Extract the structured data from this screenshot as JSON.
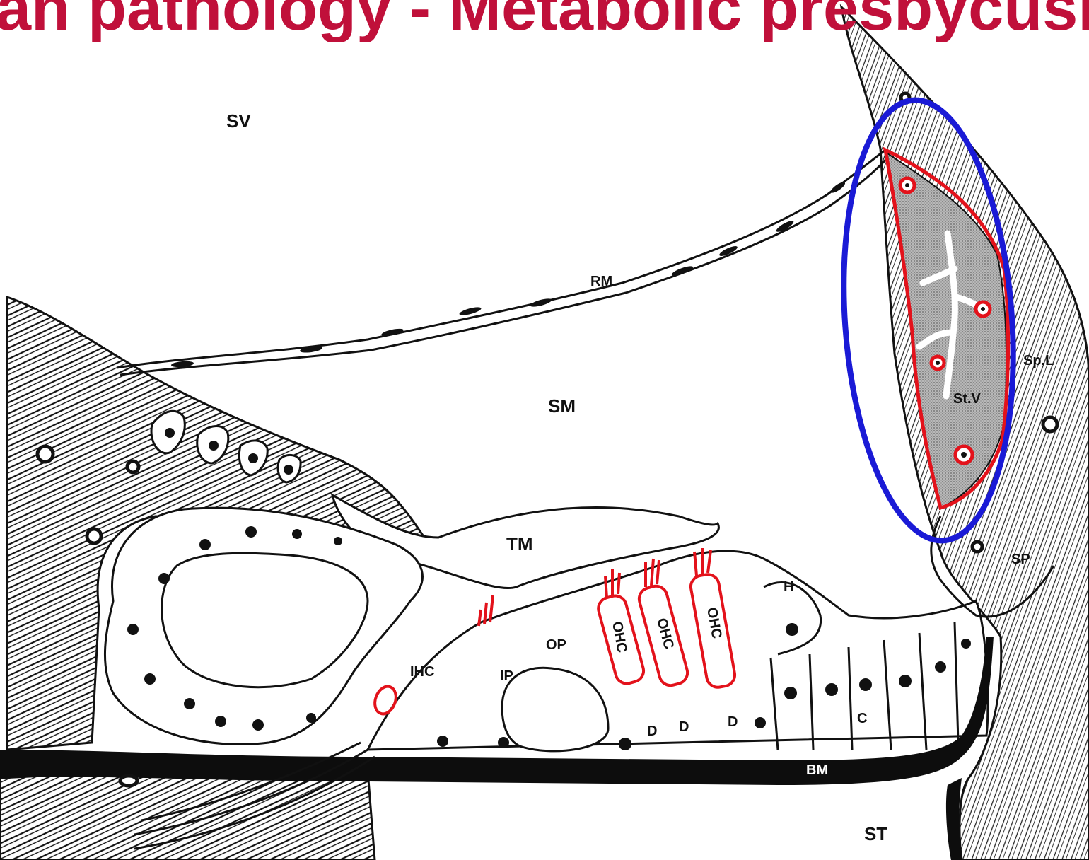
{
  "slide": {
    "title": "an pathology - Metabolic presbycusis"
  },
  "colors": {
    "title": "#c0103a",
    "annotation_red": "#e3121b",
    "annotation_blue": "#1a1ad6",
    "line": "#111111"
  },
  "diagram": {
    "labels": {
      "sv": "SV",
      "rm": "RM",
      "sm": "SM",
      "tm": "TM",
      "ihc": "IHC",
      "ip": "IP",
      "op": "OP",
      "ohc1": "OHC",
      "ohc2": "OHC",
      "ohc3": "OHC",
      "h": "H",
      "d1": "D",
      "d2": "D",
      "d3": "D",
      "c": "C",
      "bm": "BM",
      "st": "ST",
      "splig": "Sp.L",
      "stv": "St.V",
      "sp": "SP"
    }
  }
}
